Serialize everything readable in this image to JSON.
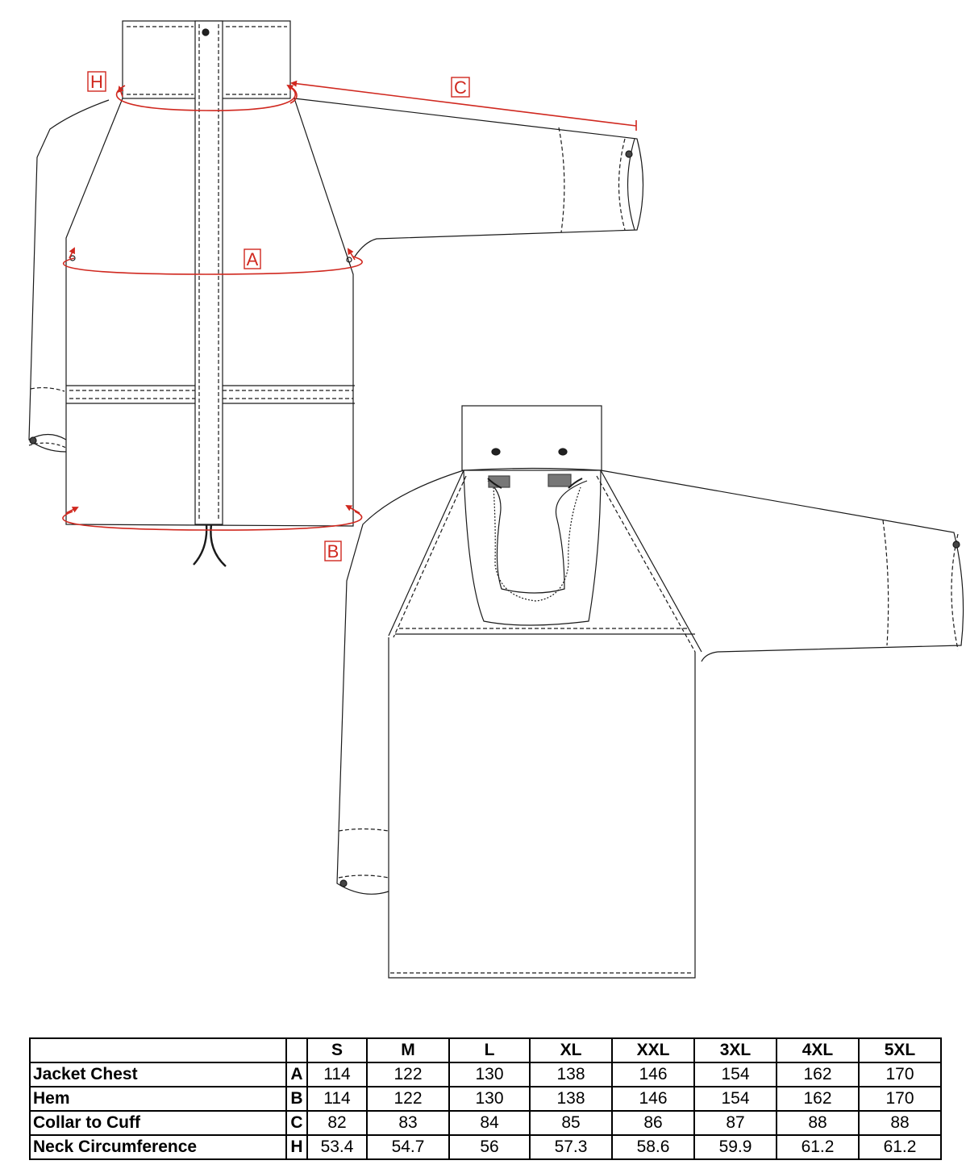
{
  "diagram": {
    "markers": {
      "H": "H",
      "C": "C",
      "A": "A",
      "B": "B"
    },
    "accent_color": "#d0281f",
    "line_color": "#1a1a1a"
  },
  "size_table": {
    "sizes": [
      "S",
      "M",
      "L",
      "XL",
      "XXL",
      "3XL",
      "4XL",
      "5XL"
    ],
    "rows": [
      {
        "label": "Jacket Chest",
        "code": "A",
        "values": [
          "114",
          "122",
          "130",
          "138",
          "146",
          "154",
          "162",
          "170"
        ]
      },
      {
        "label": "Hem",
        "code": "B",
        "values": [
          "114",
          "122",
          "130",
          "138",
          "146",
          "154",
          "162",
          "170"
        ]
      },
      {
        "label": "Collar to Cuff",
        "code": "C",
        "values": [
          "82",
          "83",
          "84",
          "85",
          "86",
          "87",
          "88",
          "88"
        ]
      },
      {
        "label": "Neck Circumference",
        "code": "H",
        "values": [
          "53.4",
          "54.7",
          "56",
          "57.3",
          "58.6",
          "59.9",
          "61.2",
          "61.2"
        ]
      }
    ]
  }
}
